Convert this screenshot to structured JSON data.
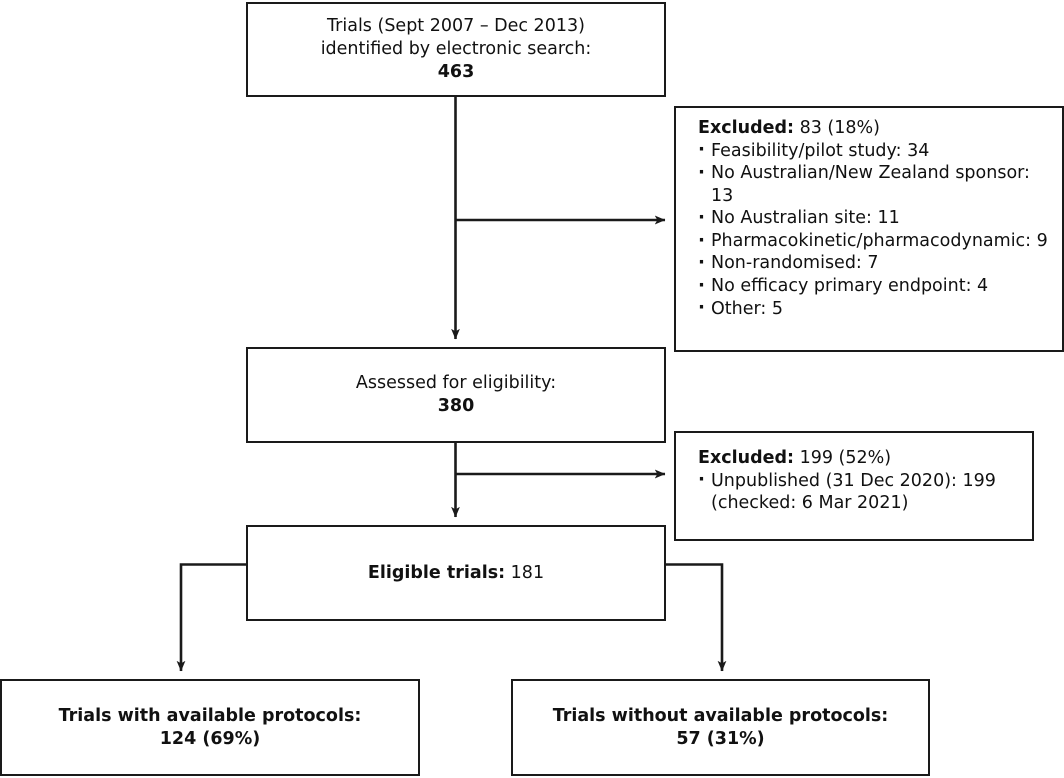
{
  "figure": {
    "type": "flow-diagram",
    "stroke_color": "#1a1a1a",
    "background_color": "#ffffff"
  },
  "nodes": {
    "identified": {
      "line1": "Trials (Sept 2007 – Dec 2013)",
      "line2": "identified by electronic search:",
      "count": "463"
    },
    "excluded_1": {
      "heading_label": "Excluded:",
      "heading_value": " 83 (18%)",
      "items": [
        "Feasibility/pilot study: 34",
        "No Australian/New Zealand sponsor: 13",
        "No Australian site: 11",
        "Pharmacokinetic/pharmacodynamic: 9",
        "Non-randomised: 7",
        "No efficacy primary endpoint: 4",
        "Other: 5"
      ]
    },
    "assessed": {
      "line1": "Assessed for eligibility:",
      "count": "380"
    },
    "excluded_2": {
      "heading_label": "Excluded:",
      "heading_value": " 199 (52%)",
      "items": [
        "Unpublished (31 Dec 2020): 199 (checked: 6 Mar 2021)"
      ]
    },
    "eligible": {
      "label": "Eligible trials:",
      "count": " 181"
    },
    "with_protocols": {
      "line1": "Trials with available protocols:",
      "line2": "124 (69%)"
    },
    "without_protocols": {
      "line1": "Trials without available protocols:",
      "line2": "57 (31%)"
    }
  }
}
